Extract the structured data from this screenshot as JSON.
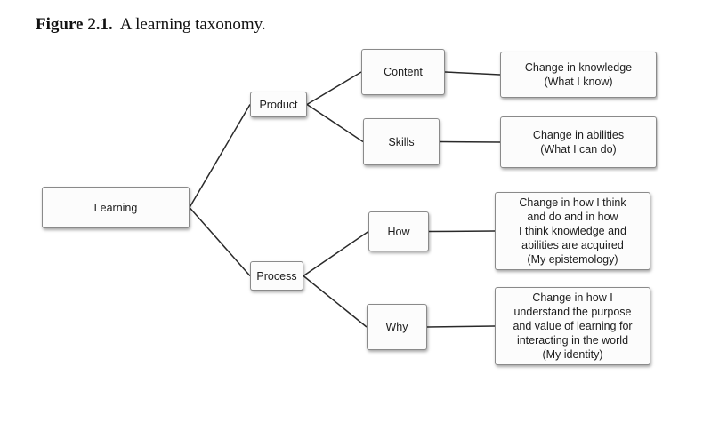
{
  "caption": {
    "number": "Figure 2.1.",
    "title": "A learning taxonomy."
  },
  "nodes": {
    "learning": "Learning",
    "product": "Product",
    "process": "Process",
    "content": "Content",
    "skills": "Skills",
    "how": "How",
    "why": "Why",
    "knowledge": "Change in knowledge\n(What I know)",
    "abilities": "Change in abilities\n(What I can do)",
    "epistemology": "Change in how I think\nand do and in how\nI think knowledge and\nabilities are acquired\n(My epistemology)",
    "identity": "Change in how I\nunderstand the purpose\nand value of learning for\ninteracting in the world\n(My identity)"
  },
  "edges": [
    [
      "learning",
      "product"
    ],
    [
      "learning",
      "process"
    ],
    [
      "product",
      "content"
    ],
    [
      "product",
      "skills"
    ],
    [
      "process",
      "how"
    ],
    [
      "process",
      "why"
    ],
    [
      "content",
      "knowledge"
    ],
    [
      "skills",
      "abilities"
    ],
    [
      "how",
      "epistemology"
    ],
    [
      "why",
      "identity"
    ]
  ]
}
